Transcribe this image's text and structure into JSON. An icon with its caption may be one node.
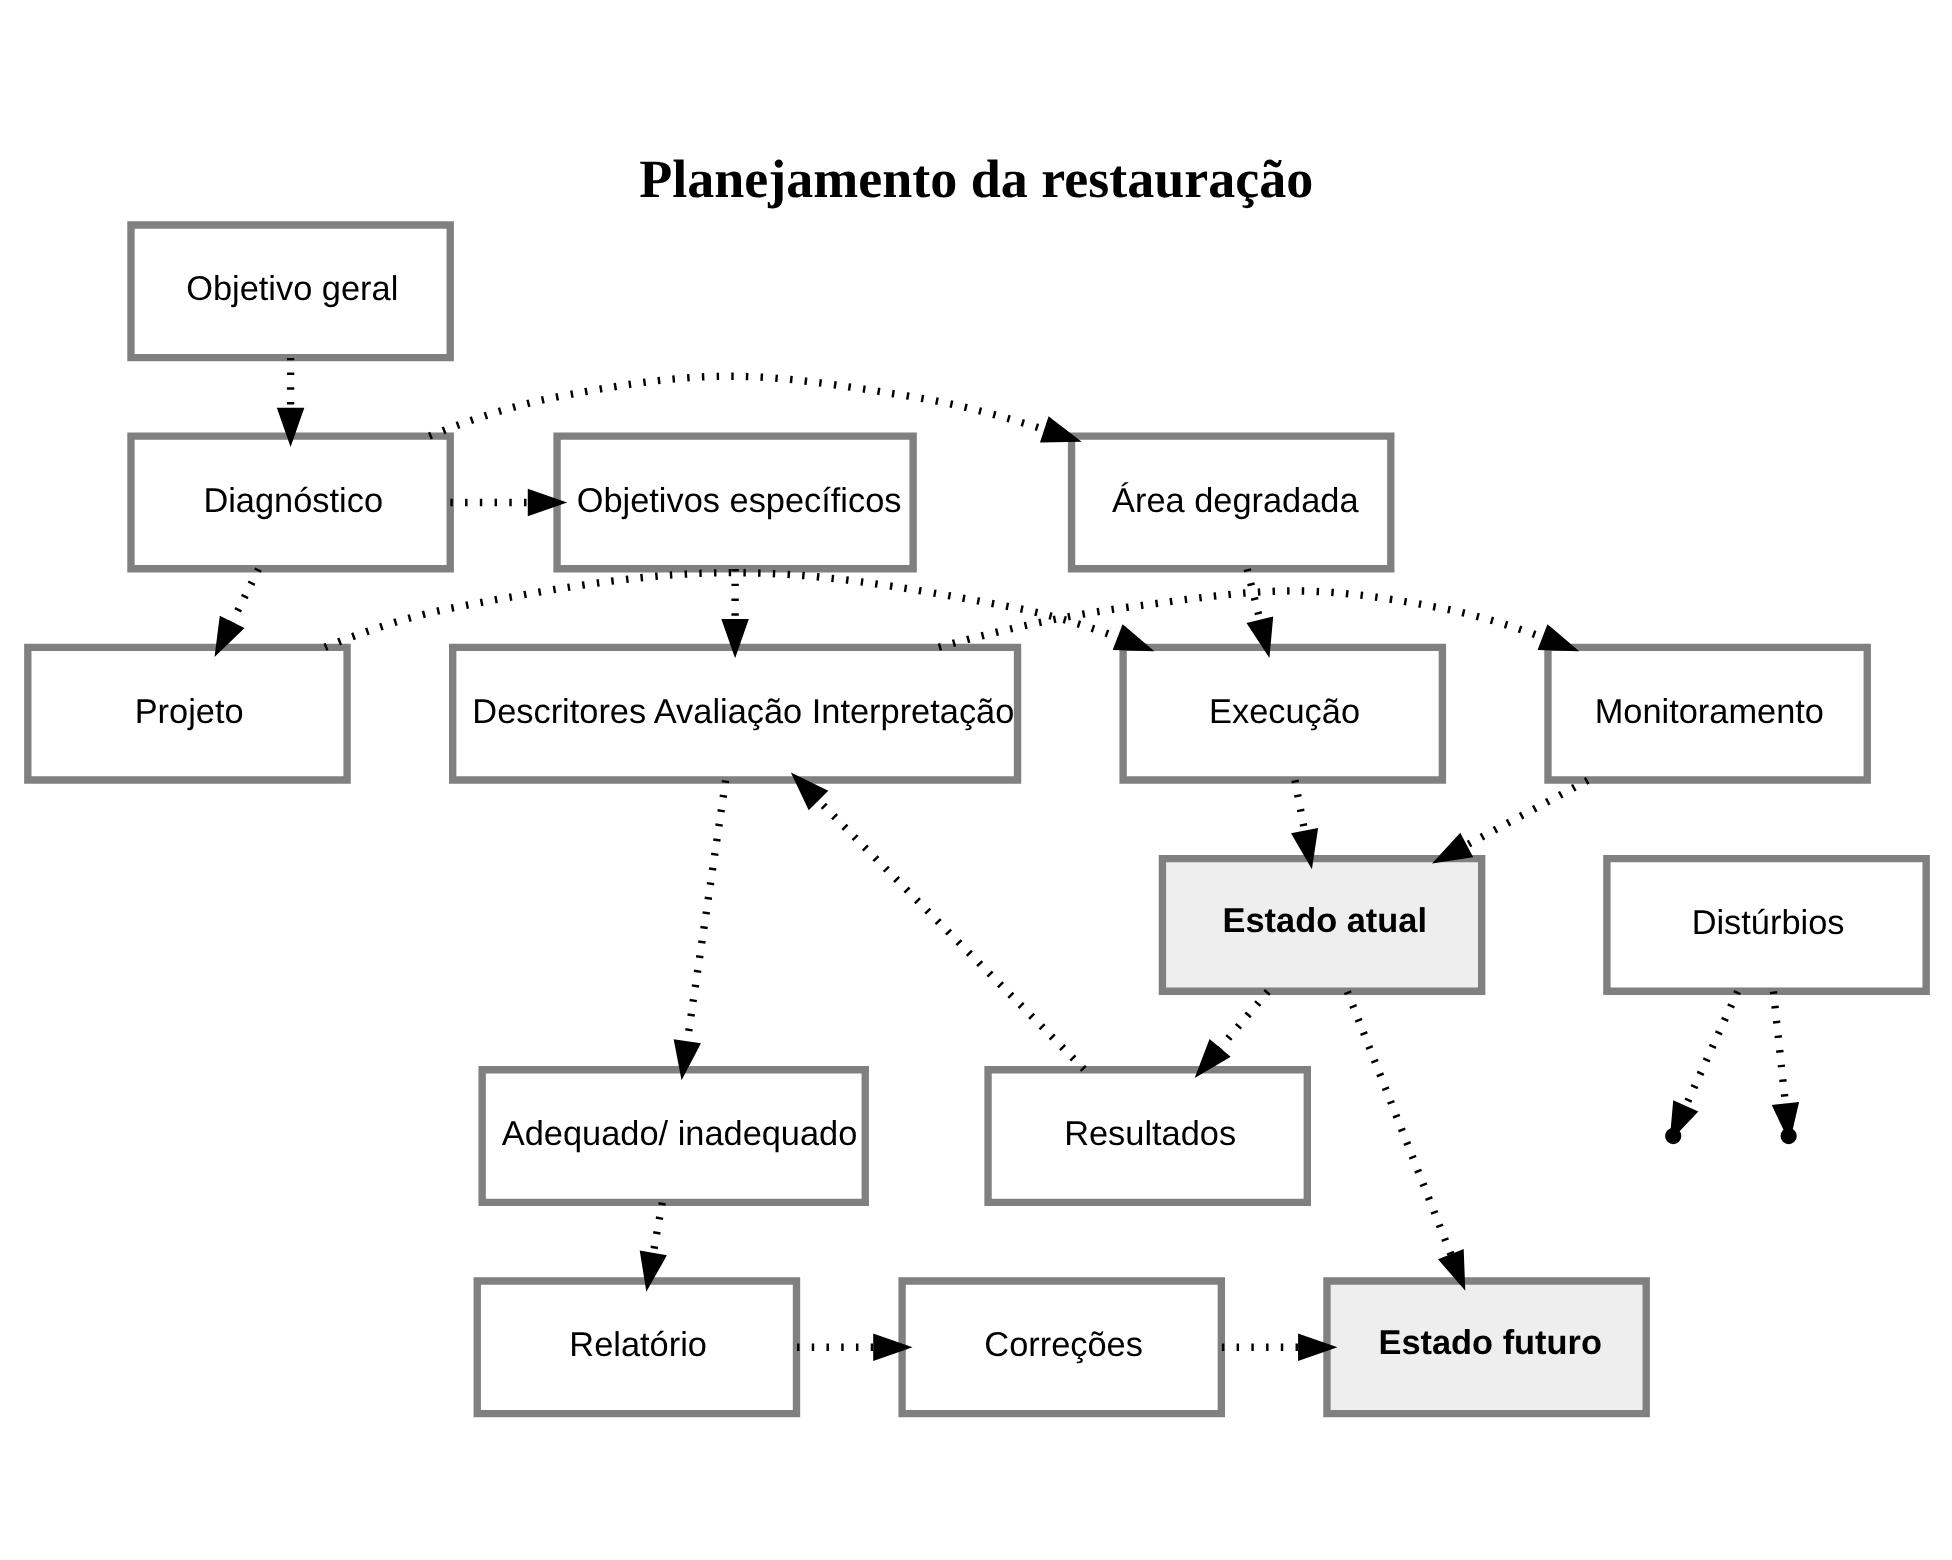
{
  "diagram": {
    "title": "Planejamento da restauração",
    "nodes": [
      {
        "text": [
          "Objetivo geral"
        ]
      },
      {
        "text": [
          "Diagnóstico"
        ]
      },
      {
        "text": [
          "Área degradada"
        ]
      },
      {
        "text": [
          "Objetivos específicos"
        ]
      },
      {
        "text": [
          "Projeto"
        ]
      },
      {
        "text": [
          "Execução"
        ]
      },
      {
        "text": [
          "Descritores Avaliação Interpretação"
        ]
      },
      {
        "text": [
          "Monitoramento"
        ]
      },
      {
        "text": [
          "Estado atual"
        ]
      },
      {
        "text": [
          "Distúrbios"
        ]
      },
      {
        "text": [
          "Resultados"
        ]
      },
      {
        "text": [
          "Adequado/ inadequado"
        ]
      },
      {
        "text": [
          "Relatório"
        ]
      },
      {
        "text": [
          "Correções"
        ]
      },
      {
        "text": [
          "Estado futuro"
        ]
      }
    ],
    "edges": [
      {
        "from": 0,
        "to": 1,
        "arrow": "to"
      },
      {
        "from": 1,
        "to": 3,
        "arrow": "to"
      },
      {
        "from": 1,
        "to": 2,
        "arrow": "to"
      },
      {
        "from": 1,
        "to": 4,
        "arrow": "to"
      },
      {
        "from": 2,
        "to": 5,
        "arrow": "to"
      },
      {
        "from": 4,
        "to": 5,
        "arrow": "to"
      },
      {
        "from": 3,
        "to": 6,
        "arrow": "to"
      },
      {
        "from": 6,
        "to": 7,
        "arrow": "to"
      },
      {
        "from": 5,
        "to": 8,
        "arrow": "to"
      },
      {
        "from": 9,
        "to": null,
        "arrow": "to"
      },
      {
        "from": 7,
        "to": 8,
        "arrow": "to"
      },
      {
        "from": 8,
        "to": 10,
        "arrow": "to"
      },
      {
        "from": 10,
        "to": 6,
        "arrow": "to"
      },
      {
        "from": 6,
        "to": 11,
        "arrow": "to"
      },
      {
        "from": 8,
        "to": 14,
        "arrow": "to"
      },
      {
        "from": 9,
        "to": null,
        "arrow": "to"
      },
      {
        "from": 11,
        "to": 12,
        "arrow": "to"
      },
      {
        "from": 12,
        "to": 13,
        "arrow": "to"
      },
      {
        "from": 13,
        "to": 14,
        "arrow": "to"
      }
    ]
  }
}
